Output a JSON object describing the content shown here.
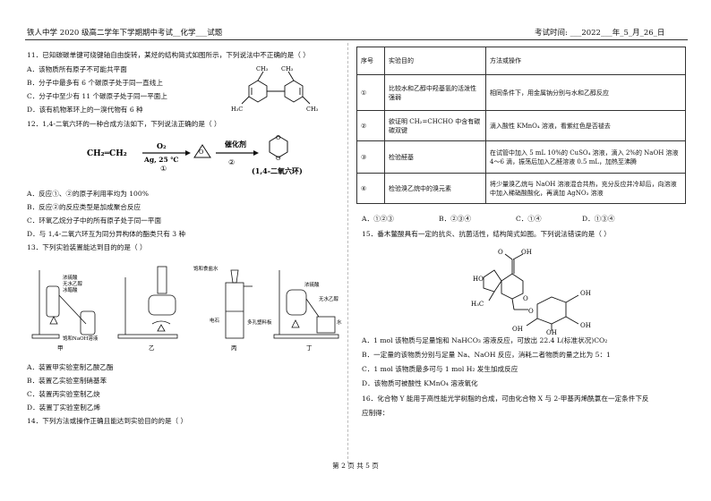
{
  "header": {
    "left": "铁人中学 2020 级高二学年下学期期中考试__化学___试题",
    "right": "考试时间: ___2022___年_5_月_26_日"
  },
  "q11": {
    "stem": "11．已知碳碳单键可绕键轴自由旋转，某烃的结构简式如图所示，下列说法中不正确的是（     ）",
    "A": "A．该物质所有原子不可能共平面",
    "B": "B．分子中最多有 6 个碳原子处于同一直线上",
    "C": "C．分子中至少有 11 个碳原子处于同一平面上",
    "D": "D．该有机物苯环上的一溴代物有 6 种",
    "ch3": "CH₃",
    "h3c": "H₃C"
  },
  "q12": {
    "stem": "12．1,4-二氧六环的一种合成方法如下，下列说法正确的是（     ）",
    "reactant": "CH₂═CH₂",
    "cond1_top": "O₂",
    "cond1_bottom": "Ag, 25 ℃",
    "step1": "①",
    "cond2_top": "催化剂",
    "step2": "②",
    "product": "(1,4-二氧六环)",
    "A": "A．反应①、②的原子利用率均为 100%",
    "B": "B．反应②的反应类型是加成聚合反应",
    "C": "C．环氧乙烷分子中的所有原子处于同一平面",
    "D": "D．与 1,4-二氧六环互为同分异构体的酯类只有 3 种"
  },
  "q13": {
    "stem": "13．下列实验装置能达到目的的是（     ）",
    "labels": {
      "jia_acid": "浓硫酸",
      "jia_ethanol": "无水乙醇",
      "jia_acetic": "冰醋酸",
      "jia_naoh": "饱和NaOH溶液",
      "bing_salt": "饱和食盐水",
      "bing_carbide": "电石",
      "bing_board": "多孔塑料板",
      "ding_acid": "浓硫酸",
      "ding_ethanol": "无水乙醇",
      "ding_water": "水"
    },
    "names": [
      "甲",
      "乙",
      "丙",
      "丁"
    ],
    "A": "A．装置甲实验室制乙酸乙酯",
    "B": "B．装置乙实验室制硝基苯",
    "C": "C．装置丙实验室制乙炔",
    "D": "D．装置丁实验室制乙烯"
  },
  "q14": {
    "stem": "14．下列方法或操作正确且能达到实验目的的是（     ）",
    "table": {
      "headers": [
        "序号",
        "实验目的",
        "方法或操作"
      ],
      "rows": [
        {
          "no": "①",
          "goal": "比较水和乙醇中羟基氢的活泼性强弱",
          "method": "相同条件下，用金属钠分别与水和乙醇反应"
        },
        {
          "no": "②",
          "goal": "欲证明 CH₂=CHCHO 中含有碳碳双键",
          "method": "滴入酸性 KMnO₄ 溶液，看紫红色是否褪去"
        },
        {
          "no": "③",
          "goal": "检验醛基",
          "method": "在试管中加入 5 mL 10%的 CuSO₄ 溶液，滴入 2%的 NaOH 溶液 4～6 滴，振荡后加入乙醛溶液 0.5 mL，加热至沸腾"
        },
        {
          "no": "④",
          "goal": "检验溴乙烷中的溴元素",
          "method": "将少量溴乙烷与 NaOH 溶液混合共热，充分反应并冷却后，向溶液中加入稀硝酸酸化，再滴加 AgNO₃ 溶液"
        }
      ]
    },
    "options": [
      "A．①②③",
      "B．②③④",
      "C．①④",
      "D．①③④"
    ]
  },
  "q15": {
    "stem": "15．番木鳖酸具有一定的抗炎、抗菌活性，结构简式如图。下列说法错误的是（     ）",
    "struct_labels": {
      "O": "O",
      "OH": "OH",
      "HO": "HO",
      "H3C": "H₃C"
    },
    "A": "A．1 mol 该物质与足量饱和 NaHCO₃ 溶液反应，可放出 22.4 L(标准状况)CO₂",
    "B": "B．一定量的该物质分别与足量 Na、NaOH 反应，消耗二者物质的量之比为 5：1",
    "C": "C．1 mol 该物质最多可与 1 mol H₂ 发生加成反应",
    "D": "D．该物质可被酸性 KMnO₄ 溶液氧化"
  },
  "q16": {
    "line1": "16．化合物 Y 能用于高性能光学树脂的合成，可由化合物 X 与 2-甲基丙烯酰氯在一定条件下反",
    "line2": "应制得："
  },
  "footer": "第 2 页 共 5 页"
}
